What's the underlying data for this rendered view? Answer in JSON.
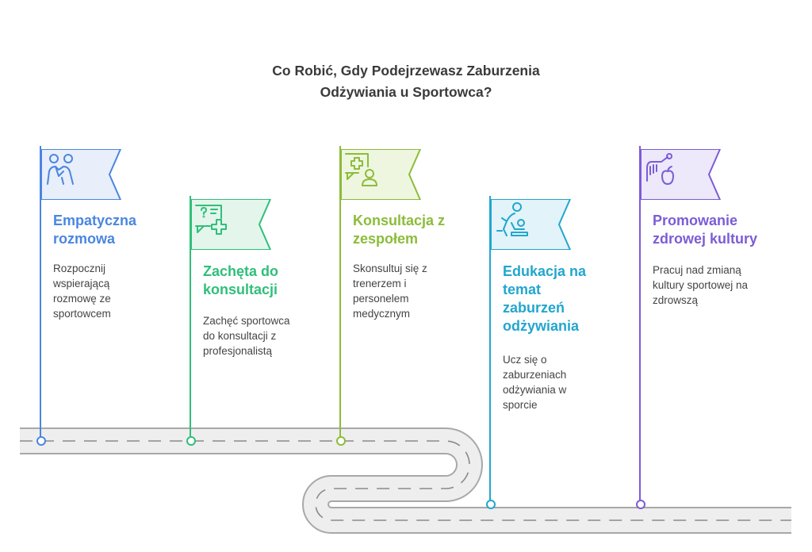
{
  "title": {
    "line1": "Co Robić, Gdy Podejrzewasz Zaburzenia",
    "line2": "Odżywiania u Sportowca?"
  },
  "steps": [
    {
      "icon": "supporting-people-icon",
      "color": "#4a86e0",
      "title_lines": [
        "Empatyczna",
        "rozmowa"
      ],
      "desc_lines": [
        "Rozpocznij",
        "wspierającą",
        "rozmowę ze",
        "sportowcem"
      ]
    },
    {
      "icon": "consultation-chat-icon",
      "color": "#2fbf7a",
      "title_lines": [
        "Zachęta do",
        "konsultacji"
      ],
      "desc_lines": [
        "Zachęć sportowca",
        "do konsultacji z",
        "profesjonalistą"
      ]
    },
    {
      "icon": "medical-consult-icon",
      "color": "#8cbc3a",
      "title_lines": [
        "Konsultacja z",
        "zespołem"
      ],
      "desc_lines": [
        "Skonsultuj się z",
        "trenerzem i",
        "personelem",
        "medycznym"
      ]
    },
    {
      "icon": "caregiver-education-icon",
      "color": "#22a6cf",
      "title_lines": [
        "Edukacja na",
        "temat",
        "zaburzeń",
        "odżywiania"
      ],
      "desc_lines": [
        "Ucz się o",
        "zaburzeniach",
        "odżywiania w",
        "sporcie"
      ]
    },
    {
      "icon": "healthy-culture-icon",
      "color": "#7c5cd6",
      "title_lines": [
        "Promowanie",
        "zdrowej kultury"
      ],
      "desc_lines": [
        "Pracuj nad zmianą",
        "kultury sportowej na",
        "zdrowszą"
      ]
    }
  ],
  "colors": {
    "road_fill": "#eeeeee",
    "road_edge": "#a8a8a8",
    "road_dash": "#8a8a8a",
    "title_text": "#3a3a3a",
    "desc_text": "#444444"
  }
}
